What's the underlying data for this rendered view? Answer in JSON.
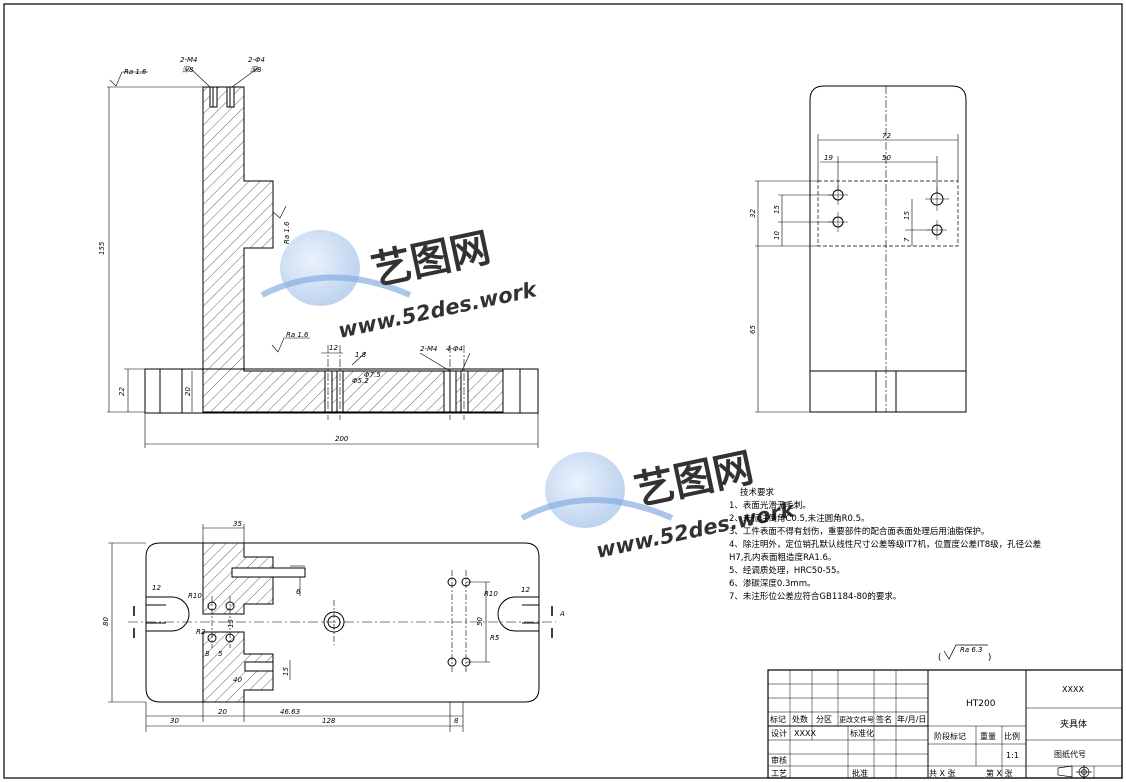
{
  "drawing": {
    "material": "HT200",
    "part_code": "XXXX",
    "part_name": "夹具体",
    "drawing_no_label": "图纸代号",
    "roughness_general": "Ra 6.3",
    "title_block": {
      "row_labels": [
        "标记",
        "处数",
        "分区",
        "更改文件号",
        "签名",
        "年/月/日"
      ],
      "design": "设计",
      "designer": "XXXX",
      "standardize": "标准化",
      "review": "审核",
      "process": "工艺",
      "approve": "批准",
      "stage_mark": "阶段标记",
      "weight": "重量",
      "scale_label": "比例",
      "scale": "1:1",
      "sheets": "共  X  张",
      "sheet_no": "第  X  张"
    },
    "tech_requirements": {
      "title": "技术要求",
      "items": [
        "1、表面光滑无毛刺。",
        "2、未标注倒角C0.5,未注圆角R0.5。",
        "3、工件表面不得有划伤，重要部件的配合面表面处理后用油脂保护。",
        "4、除注明外，定位销孔默认线性尺寸公差等级IT7机，位置度公差IT8级，孔径公差",
        "H7,孔内表面粗造度RA1.6。",
        "5、经调质处理，HRC50-55。",
        "6、渗碳深度0.3mm。",
        "7、未注形位公差应符合GB1184-80的要求。"
      ]
    },
    "front_view": {
      "roughness_top": "Ra 1.6",
      "roughness_mid": "Ra 1.6",
      "roughness_base": "Ra 1.6",
      "hole_note_left": "2-M4",
      "hole_note_left_sub": "深8",
      "hole_note_right": "2-Φ4",
      "hole_note_right_sub": "深8",
      "hole_note_base_left": "2-M4",
      "hole_note_base_right": "4-Φ4",
      "dims": {
        "height": "155",
        "base_height": "22",
        "base_inner": "20",
        "width": "200",
        "slot": "12",
        "step": "1.8",
        "hole": "Φ5.2",
        "hole_depth": "Φ7.5"
      }
    },
    "side_view": {
      "dims": {
        "width": "72",
        "offset": "19",
        "spacing": "50",
        "height_block": "32",
        "pin_vertical": "15",
        "pin_low": "10",
        "pin_right": "15",
        "pin_right_low": "7",
        "lower": "65"
      }
    },
    "top_view": {
      "section_label": "A",
      "dims": {
        "width_top": "35",
        "left_slot": "12",
        "right_slot": "12",
        "total_height": "80",
        "r_left": "R10",
        "r_right": "R10",
        "r_small": "R5",
        "holes_spacing": "15",
        "mid_a": "8",
        "mid_b": "5",
        "depth_right": "6",
        "depth_bottom": "15",
        "bottom_a": "30",
        "bottom_b": "20",
        "bottom_c": "46.63",
        "bottom_d": "128",
        "bottom_e": "8",
        "hole_spacing_right": "50",
        "small_hole": "40",
        "r_mid": "R2"
      }
    },
    "watermark": {
      "brand": "艺图网",
      "url": "www.52des.work"
    },
    "colors": {
      "line": "#000000",
      "watermark": "#4a78c8",
      "watermark_light": "#9cc0ec"
    }
  }
}
